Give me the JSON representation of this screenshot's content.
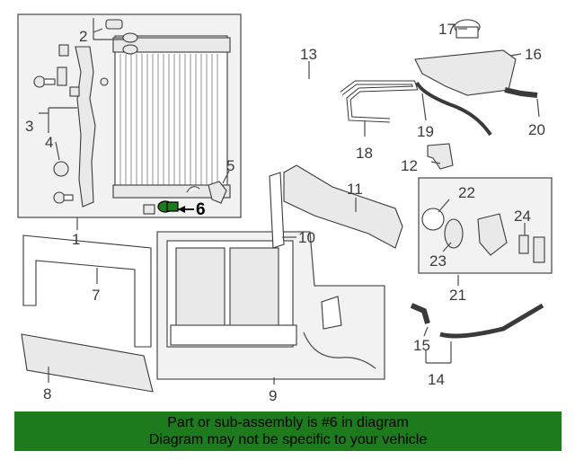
{
  "diagram": {
    "callouts": {
      "c1": "1",
      "c2": "2",
      "c3": "3",
      "c4": "4",
      "c5": "5",
      "c6": "6",
      "c7": "7",
      "c8": "8",
      "c9": "9",
      "c10": "10",
      "c11": "11",
      "c12": "12",
      "c13": "13",
      "c14": "14",
      "c15": "15",
      "c16": "16",
      "c17": "17",
      "c18": "18",
      "c19": "19",
      "c20": "20",
      "c21": "21",
      "c22": "22",
      "c23": "23",
      "c24": "24"
    },
    "highlight_color": "#1d7a1d",
    "highlighted_part": "6"
  },
  "banner": {
    "line1": "Part or sub-assembly is #6 in diagram",
    "line2": "Diagram may not be specific to your vehicle",
    "background": "#1d7a1d"
  }
}
